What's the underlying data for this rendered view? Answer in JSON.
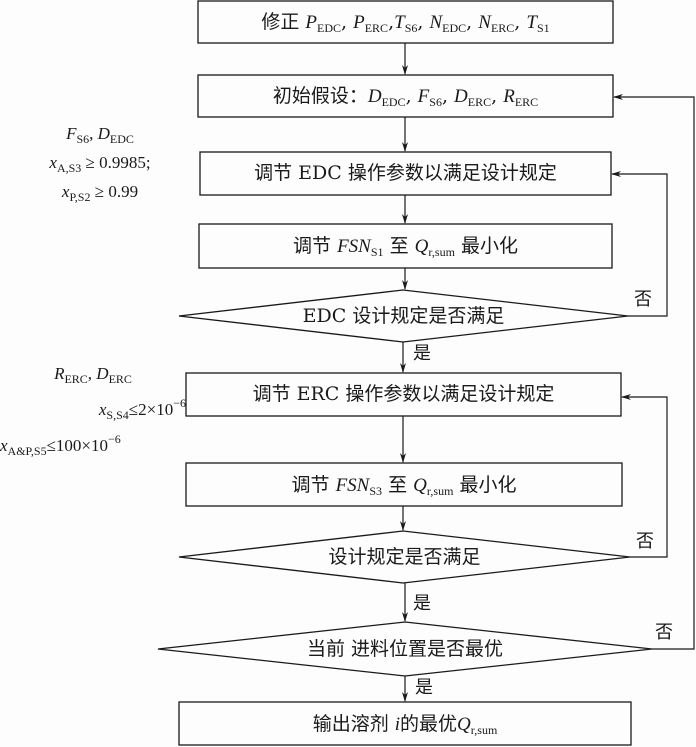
{
  "nodes": {
    "correct": {
      "prefix": "修正",
      "vars": [
        {
          "sym": "P",
          "sub": "EDC"
        },
        {
          "sym": "P",
          "sub": "ERC"
        },
        {
          "sym": "T",
          "sub": "S6"
        },
        {
          "sym": "N",
          "sub": "EDC"
        },
        {
          "sym": "N",
          "sub": "ERC"
        },
        {
          "sym": "T",
          "sub": "S1"
        }
      ]
    },
    "assume": {
      "prefix": "初始假设：",
      "vars": [
        {
          "sym": "D",
          "sub": "EDC"
        },
        {
          "sym": "F",
          "sub": "S6"
        },
        {
          "sym": "D",
          "sub": "ERC"
        },
        {
          "sym": "R",
          "sub": "ERC"
        }
      ]
    },
    "adjust_edc": "调节 EDC 操作参数以满足设计规定",
    "fsn_s1": {
      "pre": "调节",
      "sym": "FSN",
      "sub": "S1",
      "mid": "至",
      "q": "Q",
      "qsub": "r,sum",
      "post": "最小化"
    },
    "check_edc": "EDC 设计规定是否满足",
    "adjust_erc": "调节 ERC 操作参数以满足设计规定",
    "fsn_s3": {
      "pre": "调节",
      "sym": "FSN",
      "sub": "S3",
      "mid": "至",
      "q": "Q",
      "qsub": "r,sum",
      "post": "最小化"
    },
    "check_spec": "设计规定是否满足",
    "check_feed": "当前 进料位置是否最优",
    "output": {
      "pre": "输出溶剂",
      "var": "i",
      "mid": "的最优",
      "q": "Q",
      "qsub": "r,sum"
    }
  },
  "notes": {
    "edc": {
      "line1": [
        {
          "sym": "F",
          "sub": "S6"
        },
        {
          "sym": "D",
          "sub": "EDC"
        }
      ],
      "line2": {
        "sym": "x",
        "sub": "A,S3",
        "op": "≥",
        "val": "0.9985;"
      },
      "line3": {
        "sym": "x",
        "sub": "P,S2",
        "op": "≥",
        "val": "0.99"
      }
    },
    "erc": {
      "line1": [
        {
          "sym": "R",
          "sub": "ERC"
        },
        {
          "sym": "D",
          "sub": "ERC"
        }
      ],
      "line2": {
        "sym": "x",
        "sub": "S,S4",
        "op": "≤",
        "val": "2×10",
        "exp": "−6"
      },
      "line3": {
        "sym": "x",
        "sub": "A&P,S5",
        "op": "≤",
        "val": "100×10",
        "exp": "−6"
      }
    }
  },
  "labels": {
    "yes": "是",
    "no": "否"
  }
}
